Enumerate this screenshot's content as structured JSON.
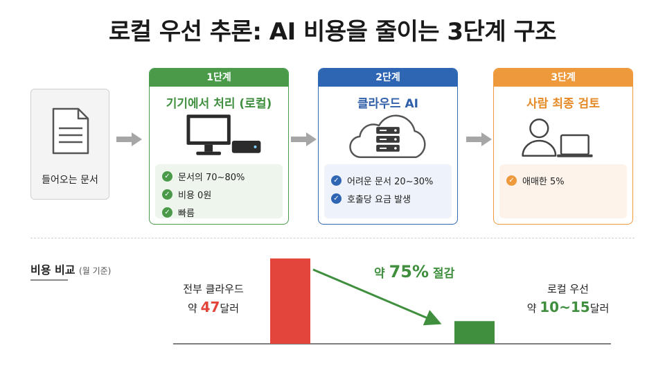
{
  "title": "로컬 우선 추론: AI 비용을 줄이는 3단계 구조",
  "input": {
    "label": "들어오는 문서",
    "icon": "document-icon"
  },
  "stages": [
    {
      "step": "1단계",
      "title": "기기에서 처리 (로컬)",
      "icon": "computer-icon",
      "color": "#4a9a4a",
      "items": [
        "문서의 70~80%",
        "비용 0원",
        "빠름"
      ]
    },
    {
      "step": "2단계",
      "title": "클라우드 AI",
      "icon": "cloud-server-icon",
      "color": "#2f66b3",
      "items": [
        "어려운 문서 20~30%",
        "호출당 요금 발생"
      ]
    },
    {
      "step": "3단계",
      "title": "사람 최종 검토",
      "icon": "person-laptop-icon",
      "color": "#ee9a3c",
      "items": [
        "애매한 5%"
      ]
    }
  ],
  "comparison": {
    "title": "비용 비교",
    "subtitle": "(월 기준)",
    "left": {
      "line1": "전부 클라우드",
      "prefix": "약 ",
      "value": "47",
      "suffix": "달러"
    },
    "right": {
      "line1": "로컬 우선",
      "prefix": "약 ",
      "value": "10~15",
      "suffix": "달러"
    },
    "saving": {
      "prefix": "약 ",
      "value": "75%",
      "suffix": " 절감"
    }
  },
  "chart_data": {
    "type": "bar",
    "categories": [
      "전부 클라우드",
      "로컬 우선"
    ],
    "values": [
      47,
      12.5
    ],
    "ylim": [
      0,
      50
    ],
    "colors": [
      "#e3453a",
      "#3f8f3f"
    ]
  }
}
